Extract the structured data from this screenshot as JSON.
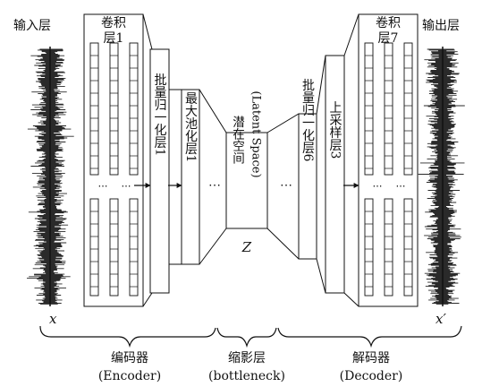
{
  "input_label": "输入层",
  "output_label": "输出层",
  "conv1": {
    "line1": "卷积",
    "line2": "层1"
  },
  "conv7": {
    "line1": "卷积",
    "line2": "层7"
  },
  "bn1": "批量归一化层1",
  "pool1": "最大池化层1",
  "latent": {
    "cn": "潜在空间",
    "en": "(Latent Space)",
    "symbol": "Z"
  },
  "bn6": "批量归一化层6",
  "up3": "上采样层3",
  "x_label": "x",
  "xprime_label": "x′",
  "encoder": {
    "cn": "编码器",
    "en": "(Encoder)"
  },
  "bottleneck": {
    "cn": "缩影层",
    "en": "(bottleneck)"
  },
  "decoder": {
    "cn": "解码器",
    "en": "(Decoder)"
  },
  "ellipsis": "⋯"
}
